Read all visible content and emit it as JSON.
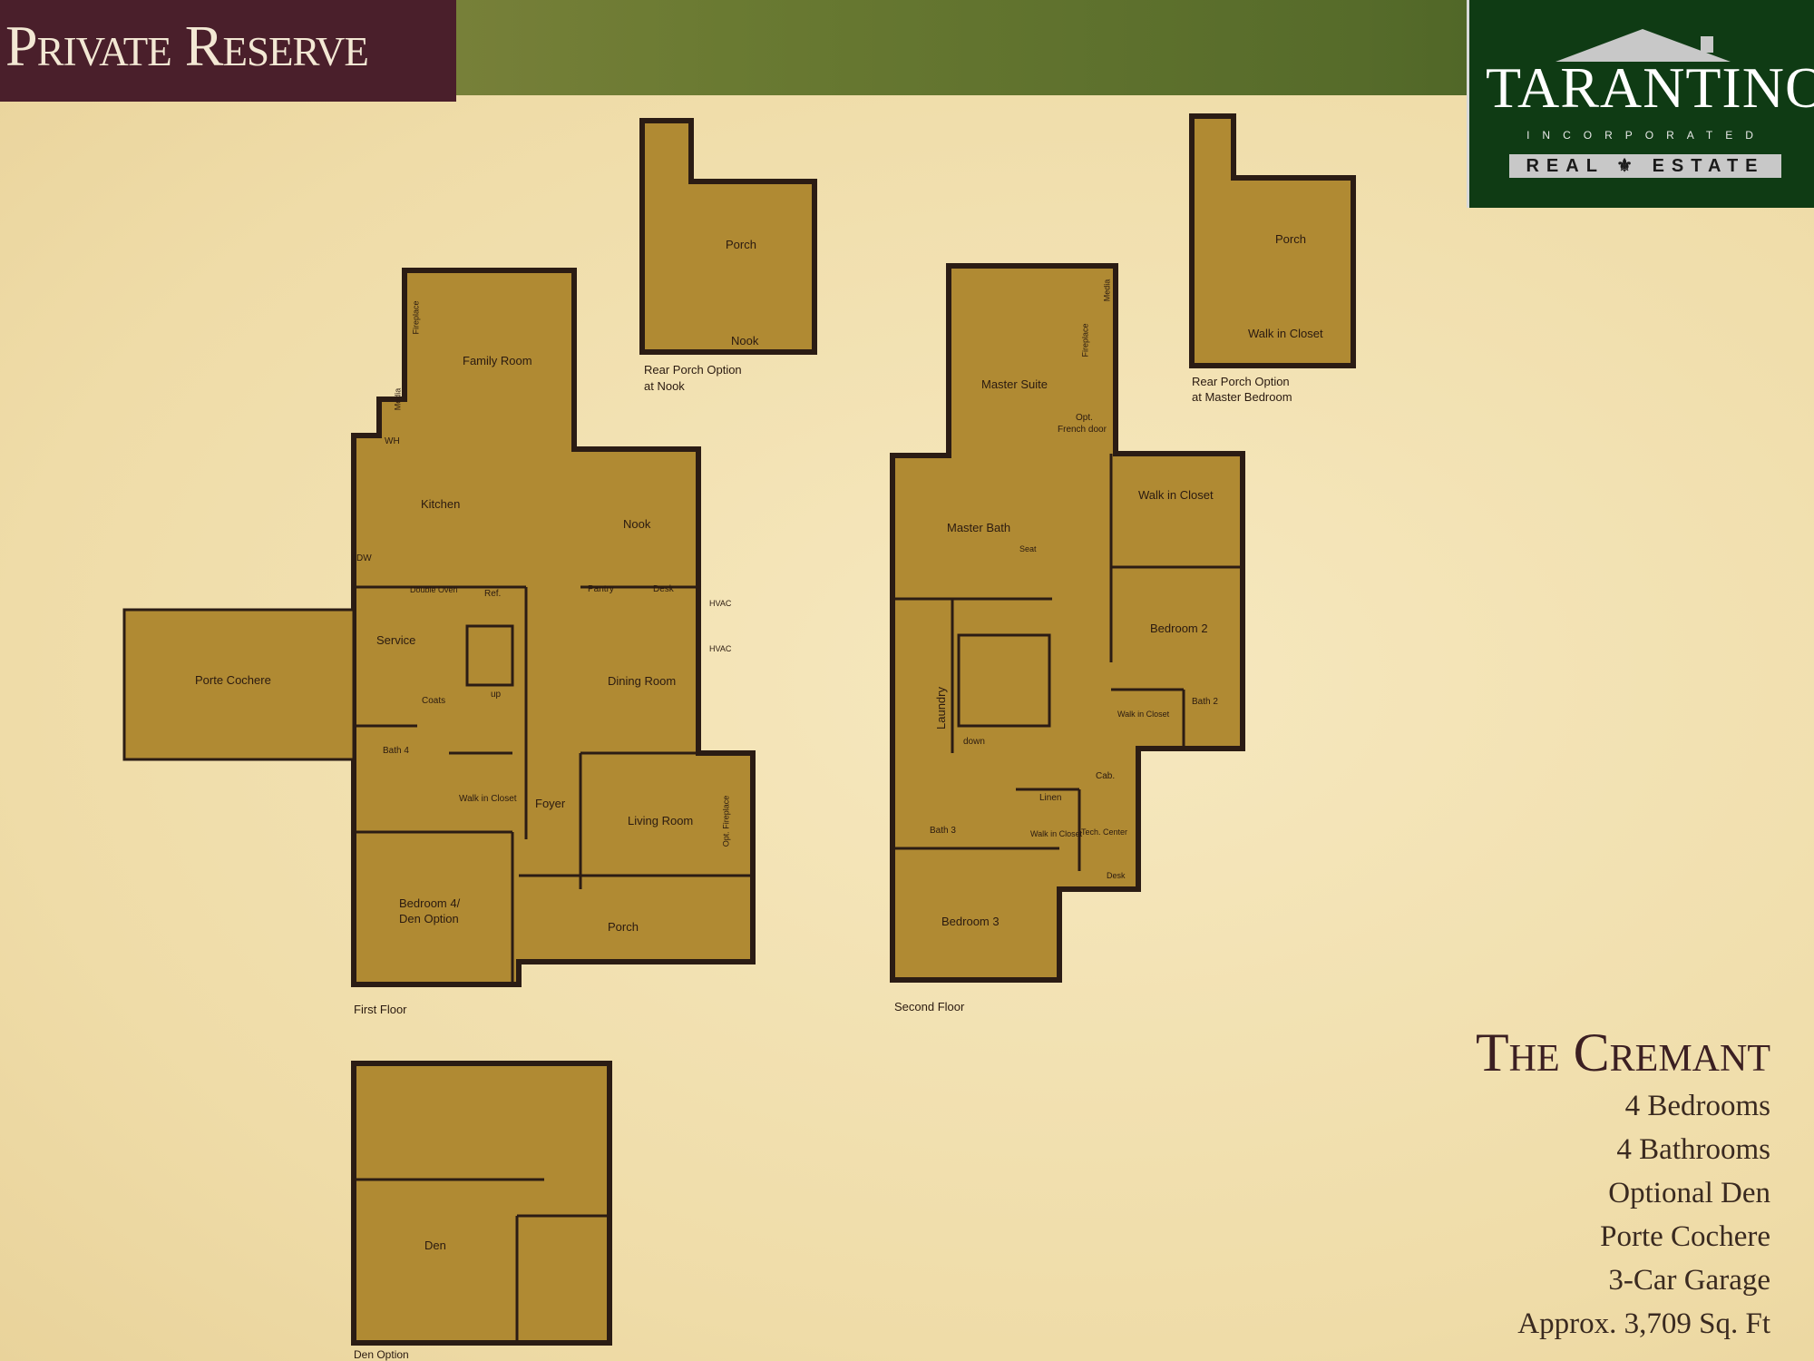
{
  "header": {
    "title": "Private Reserve"
  },
  "logo": {
    "name": "TARANTINO",
    "sub": "INCORPORATED",
    "bar": "REAL ⚜ ESTATE"
  },
  "rooms": {
    "porch_nook": "Porch",
    "nook_option": "Nook",
    "rear_porch_nook": "Rear Porch Option",
    "at_nook": "at Nook",
    "family_room": "Family Room",
    "fireplace": "Fireplace",
    "media": "Media",
    "wh": "WH",
    "kitchen": "Kitchen",
    "nook": "Nook",
    "pantry": "Pantry",
    "desk": "Desk",
    "double_oven": "Double Oven",
    "ref": "Ref.",
    "dw": "DW",
    "hvac1": "HVAC",
    "hvac2": "HVAC",
    "porte_cochere": "Porte Cochere",
    "service": "Service",
    "coats": "Coats",
    "up": "up",
    "dining_room": "Dining Room",
    "bath4": "Bath 4",
    "walk_in_closet_1": "Walk in Closet",
    "foyer": "Foyer",
    "living_room": "Living Room",
    "opt_fireplace": "Opt. Fireplace",
    "bedroom4": "Bedroom 4/",
    "den_option_label": "Den Option",
    "porch_front": "Porch",
    "first_floor": "First Floor",
    "master_suite": "Master Suite",
    "fireplace2": "Fireplace",
    "media2": "Media",
    "opt_french_1": "Opt.",
    "opt_french_2": "French door",
    "master_bath": "Master Bath",
    "seat": "Seat",
    "walk_in_closet_2": "Walk in Closet",
    "bedroom2": "Bedroom 2",
    "laundry": "Laundry",
    "down": "down",
    "walk_in_closet_3": "Walk in Closet",
    "bath2": "Bath 2",
    "linen": "Linen",
    "cab": "Cab.",
    "bath3": "Bath 3",
    "walk_in_closet_4": "Walk in Closet",
    "tech_center": "Tech. Center",
    "desk2": "Desk",
    "bedroom3": "Bedroom 3",
    "second_floor": "Second Floor",
    "porch_master": "Porch",
    "walk_in_closet_5": "Walk in Closet",
    "rear_porch_master": "Rear Porch Option",
    "at_master_bedroom": "at Master Bedroom",
    "den": "Den",
    "den_option": "Den Option"
  },
  "plan": {
    "name": "The Cremant",
    "features": [
      "4 Bedrooms",
      "4 Bathrooms",
      "Optional Den",
      "Porte Cochere",
      "3-Car Garage",
      "Approx. 3,709 Sq. Ft"
    ]
  },
  "colors": {
    "floor_fill": "#b08a33",
    "wall": "#2b1c14",
    "brand": "#4a1f2b",
    "logo_bg": "#0f3b14"
  }
}
